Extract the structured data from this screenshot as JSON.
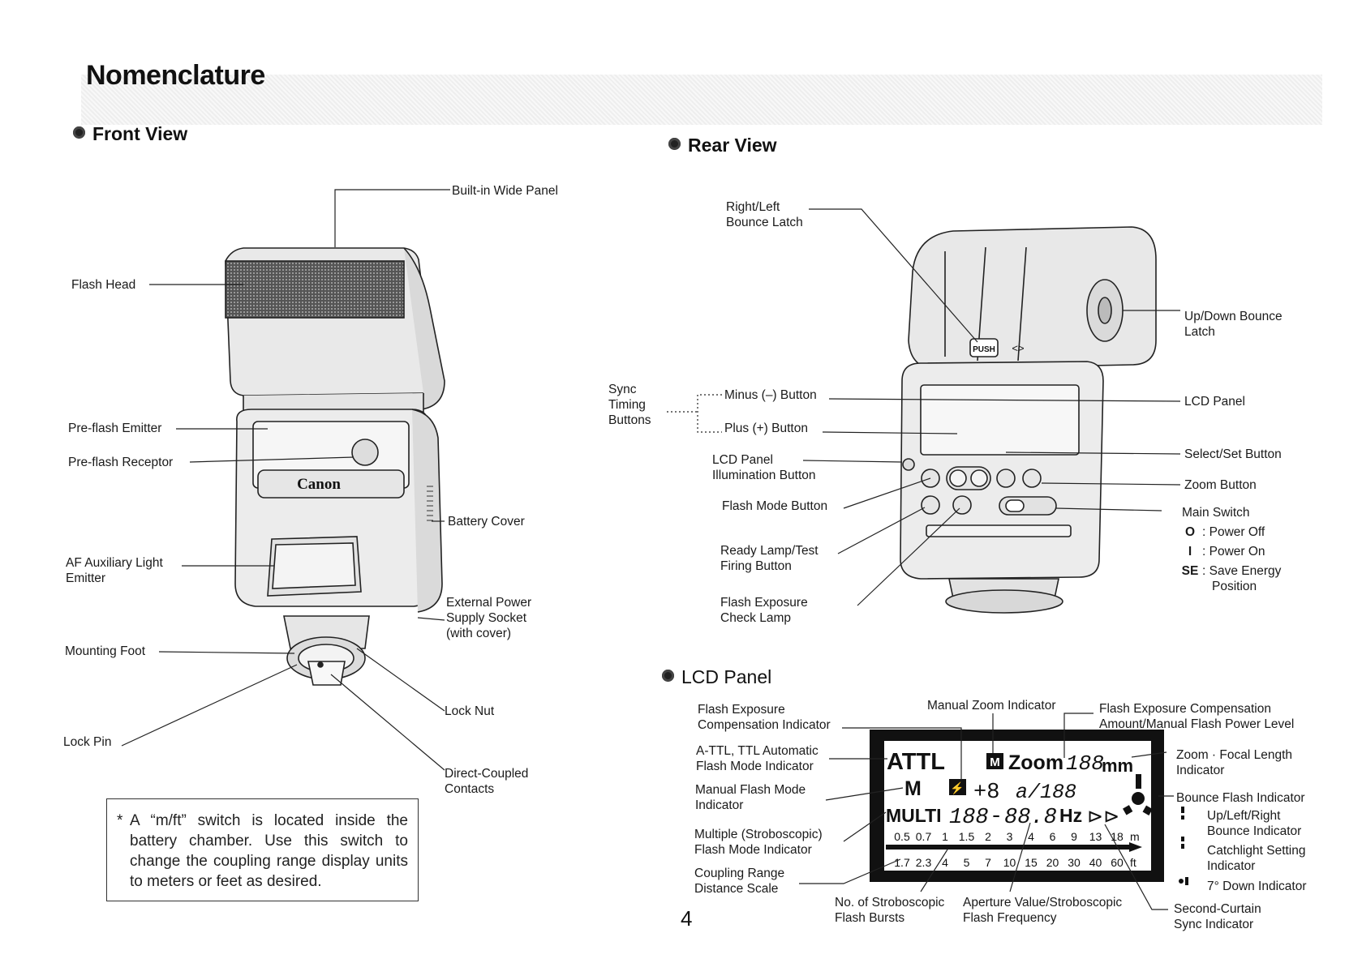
{
  "title": "Nomenclature",
  "sections": {
    "front": "Front View",
    "rear": "Rear View",
    "lcd": "LCD Panel"
  },
  "front_labels": {
    "wide_panel": "Built-in Wide Panel",
    "flash_head": "Flash Head",
    "preflash_emitter": "Pre-flash Emitter",
    "preflash_receptor": "Pre-flash Receptor",
    "battery_cover": "Battery Cover",
    "af_aux_1": "AF Auxiliary Light",
    "af_aux_2": "Emitter",
    "ext_power_1": "External Power",
    "ext_power_2": "Supply Socket",
    "ext_power_3": "(with cover)",
    "mounting_foot": "Mounting Foot",
    "lock_nut": "Lock Nut",
    "lock_pin": "Lock Pin",
    "direct_1": "Direct-Coupled",
    "direct_2": "Contacts",
    "brand": "Canon"
  },
  "note": {
    "asterisk": "*",
    "text": "A “m/ft” switch is located inside the battery chamber. Use this switch to change the coupling range display units to meters or feet as desired."
  },
  "rear_labels": {
    "bounce_latch_1": "Right/Left",
    "bounce_latch_2": "Bounce Latch",
    "updown_1": "Up/Down Bounce",
    "updown_2": "Latch",
    "sync_1": "Sync",
    "sync_2": "Timing",
    "sync_3": "Buttons",
    "minus": "Minus (–) Button",
    "plus": "Plus (+) Button",
    "lcd_panel": "LCD Panel",
    "lcd_illum_1": "LCD Panel",
    "lcd_illum_2": "Illumination Button",
    "select_set": "Select/Set Button",
    "zoom_button": "Zoom Button",
    "flash_mode": "Flash Mode Button",
    "main_switch": "Main Switch",
    "sw_off_key": "O",
    "sw_off": ": Power Off",
    "sw_on_key": "I",
    "sw_on": ": Power On",
    "sw_se_key": "SE",
    "sw_se_1": ": Save Energy",
    "sw_se_2": "Position",
    "ready_1": "Ready Lamp/Test",
    "ready_2": "Firing Button",
    "fec_lamp_1": "Flash Exposure",
    "fec_lamp_2": "Check Lamp",
    "push": "PUSH"
  },
  "lcd_labels": {
    "fec_ind_1": "Flash Exposure",
    "fec_ind_2": "Compensation Indicator",
    "manual_zoom": "Manual Zoom Indicator",
    "fec_amount_1": "Flash Exposure Compensation",
    "fec_amount_2": "Amount/Manual Flash Power Level",
    "attl_1": "A-TTL, TTL Automatic",
    "attl_2": "Flash Mode Indicator",
    "zoom_focal_1": "Zoom · Focal Length",
    "zoom_focal_2": "Indicator",
    "manual_mode_1": "Manual Flash Mode",
    "manual_mode_2": "Indicator",
    "bounce_ind": "Bounce Flash Indicator",
    "bounce_ul_1": "Up/Left/Right",
    "bounce_ul_2": "Bounce Indicator",
    "catch_1": "Catchlight Setting",
    "catch_2": "Indicator",
    "down7": "7° Down Indicator",
    "multi_1": "Multiple (Stroboscopic)",
    "multi_2": "Flash Mode Indicator",
    "coupling_1": "Coupling Range",
    "coupling_2": "Distance Scale",
    "no_strobe_1": "No. of Stroboscopic",
    "no_strobe_2": "Flash Bursts",
    "aperture_1": "Aperture Value/Stroboscopic",
    "aperture_2": "Flash Frequency",
    "second_1": "Second-Curtain",
    "second_2": "Sync Indicator"
  },
  "lcd_display": {
    "attl": "ATTL",
    "m_icon": "M",
    "zoom": "Zoom",
    "focal": "188",
    "mm": "mm",
    "manual": "M",
    "fec_value": "+8",
    "power": "a/188",
    "multi": "MULTI",
    "bursts": "188",
    "dash": "-",
    "aperture": "88.8",
    "hz": "Hz",
    "m_unit": "m",
    "ft_unit": "ft",
    "scale_m": [
      "0.5",
      "0.7",
      "1",
      "1.5",
      "2",
      "3",
      "4",
      "6",
      "9",
      "13",
      "18"
    ],
    "scale_ft": [
      "1.7",
      "2.3",
      "4",
      "5",
      "7",
      "10",
      "15",
      "20",
      "30",
      "40",
      "60"
    ]
  },
  "page_number": "4"
}
